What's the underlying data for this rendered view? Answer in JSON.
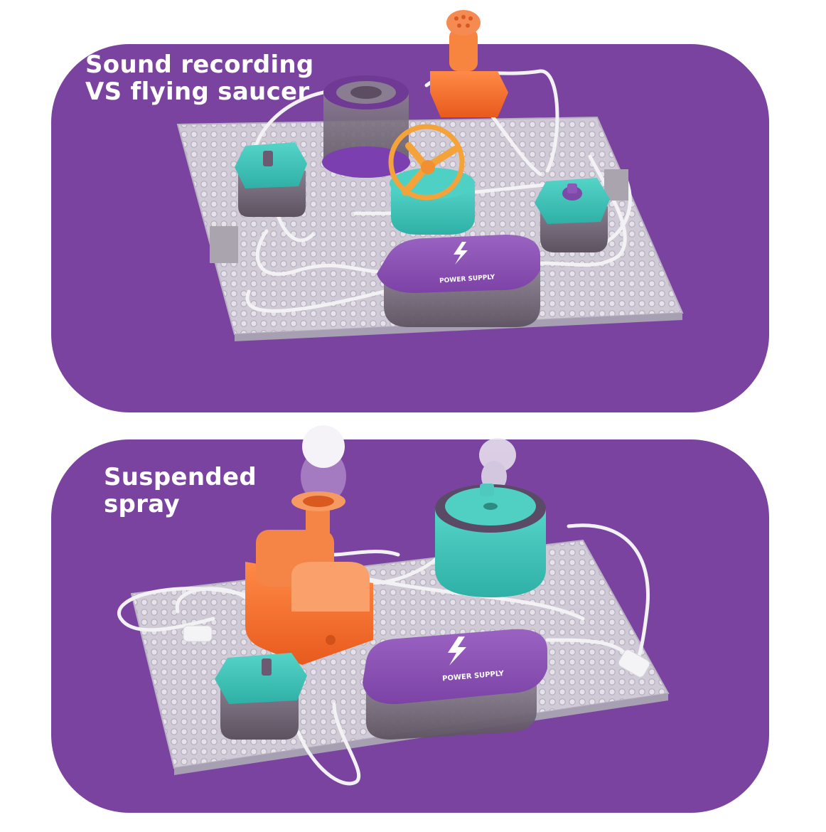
{
  "panels": {
    "top": {
      "caption_line1": "Sound recording",
      "caption_line2": "VS flying saucer",
      "power_label": "POWER SUPPLY"
    },
    "bottom": {
      "caption_line1": "Suspended",
      "caption_line2": "spray",
      "power_label": "POWER SUPPLY"
    }
  },
  "colors": {
    "panel": "#7a43a0",
    "power_module": "#8f54b5",
    "teal": "#3ec3b8",
    "orange": "#f26a2c",
    "board": "#c9c4d0"
  }
}
